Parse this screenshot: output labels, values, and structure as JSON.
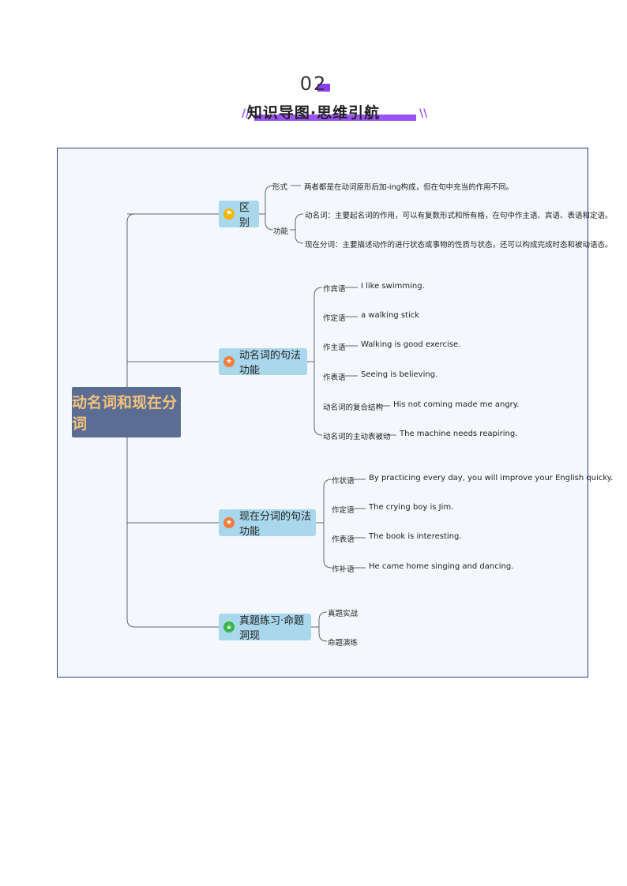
{
  "header": {
    "section_number": "02",
    "section_title": "知识导图·思维引航",
    "slash_left": "//",
    "slash_right": "\\\\"
  },
  "mindmap": {
    "root": "动名词和现在分词",
    "branches": [
      {
        "label": "区别",
        "items": [
          {
            "key": "形式",
            "value": "两者都是在动词原形后加-ing构成，但在句中充当的作用不同。"
          },
          {
            "key": "功能",
            "subs": [
              "动名词：主要起名词的作用，可以有复数形式和所有格，在句中作主语、宾语、表语和定语。",
              "现在分词：主要描述动作的进行状态或事物的性质与状态，还可以构成完成时态和被动语态。"
            ]
          }
        ]
      },
      {
        "label": "动名词的句法功能",
        "items": [
          {
            "key": "作宾语",
            "value": "I like swimming."
          },
          {
            "key": "作定语",
            "value": "a walking stick"
          },
          {
            "key": "作主语",
            "value": "Walking is good exercise."
          },
          {
            "key": "作表语",
            "value": "Seeing is believing."
          },
          {
            "key": "动名词的复合结构",
            "value": "His not coming made me angry."
          },
          {
            "key": "动名词的主动表被动",
            "value": "The machine needs reapiring."
          }
        ]
      },
      {
        "label": "现在分词的句法功能",
        "items": [
          {
            "key": "作状语",
            "value": "By practicing every day, you will improve your English quicky."
          },
          {
            "key": "作定语",
            "value": "The crying boy is Jim."
          },
          {
            "key": "作表语",
            "value": "The book is interesting."
          },
          {
            "key": "作补语",
            "value": "He came home singing and dancing."
          }
        ]
      },
      {
        "label": "真题练习·命题洞现",
        "items": [
          {
            "key": "真题实战"
          },
          {
            "key": "命题演练"
          }
        ]
      }
    ],
    "colors": {
      "panel_bg": "#f4f8fc",
      "panel_border": "#2f3b8f",
      "root_bg": "#5b6d92",
      "root_text": "#f3c27a",
      "node_bg": "#a9d7ec",
      "accent": "#9b54f3",
      "line": "#666666"
    },
    "icons": [
      "flag-icon",
      "star-icon",
      "star-icon",
      "lock-icon"
    ]
  }
}
